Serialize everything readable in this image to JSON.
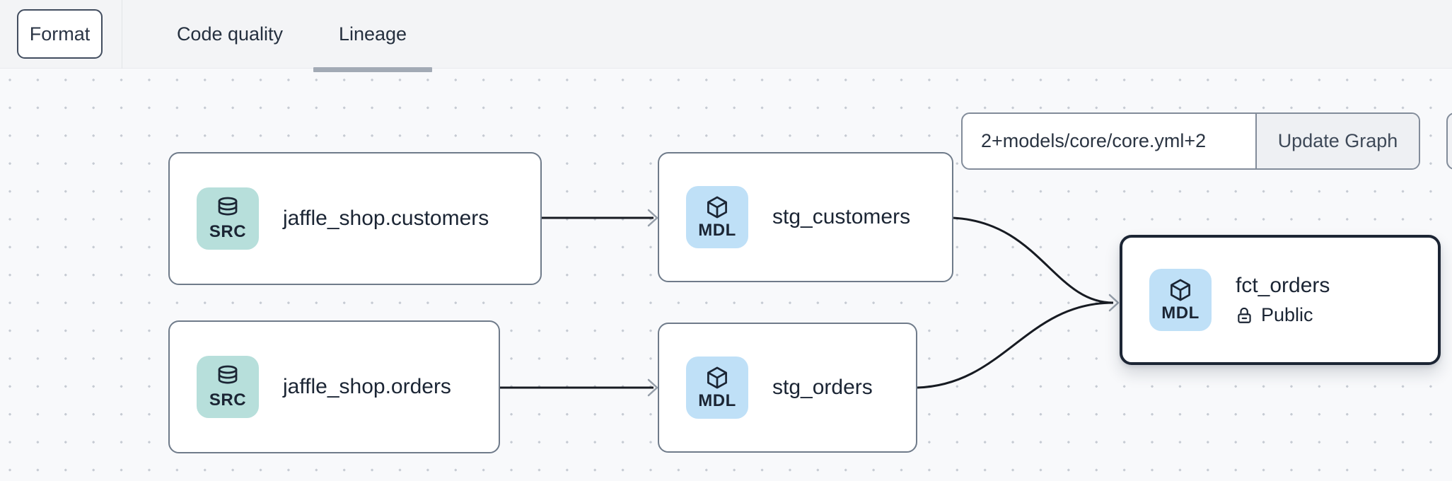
{
  "toolbar": {
    "format_label": "Format",
    "tabs": [
      {
        "label": "Code quality",
        "active": false
      },
      {
        "label": "Lineage",
        "active": true
      }
    ]
  },
  "lineage_controls": {
    "selector_value": "2+models/core/core.yml+2",
    "update_button_label": "Update Graph"
  },
  "graph": {
    "nodes": [
      {
        "badge": "SRC",
        "icon": "database",
        "label": "jaffle_shop.customers"
      },
      {
        "badge": "MDL",
        "icon": "cube",
        "label": "stg_customers"
      },
      {
        "badge": "SRC",
        "icon": "database",
        "label": "jaffle_shop.orders"
      },
      {
        "badge": "MDL",
        "icon": "cube",
        "label": "stg_orders"
      },
      {
        "badge": "MDL",
        "icon": "cube",
        "label": "fct_orders",
        "access": "Public",
        "selected": true
      }
    ],
    "edges": [
      {
        "from": "jaffle_shop.customers",
        "to": "stg_customers"
      },
      {
        "from": "jaffle_shop.orders",
        "to": "stg_orders"
      },
      {
        "from": "stg_customers",
        "to": "fct_orders"
      },
      {
        "from": "stg_orders",
        "to": "fct_orders"
      }
    ]
  },
  "colors": {
    "topbar_bg": "#f3f4f6",
    "canvas_bg": "#f8f9fb",
    "source_badge_bg": "#b7dfdb",
    "model_badge_bg": "#bfe0f7",
    "node_border": "#6f7b8a",
    "selected_node_border": "#1c2534",
    "edge_stroke": "#171b22",
    "arrowhead": "#959ea9",
    "active_tab_underline": "#a2aab5"
  }
}
